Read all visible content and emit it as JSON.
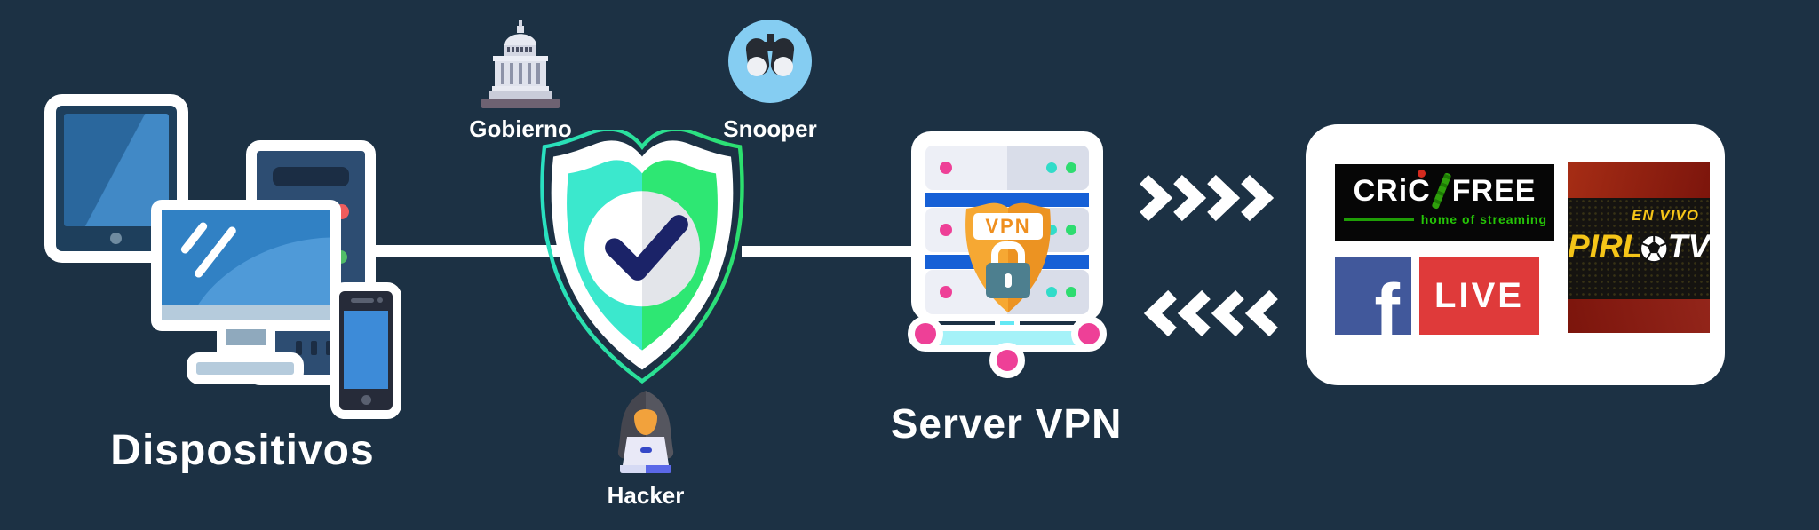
{
  "labels": {
    "devices": "Dispositivos",
    "government": "Gobierno",
    "snooper": "Snooper",
    "hacker": "Hacker",
    "server": "Server VPN"
  },
  "vpn_badge": {
    "label": "VPN"
  },
  "destinations": {
    "cricfree": {
      "name_left": "CRiC",
      "name_right": "FREE",
      "tagline": "home of streaming"
    },
    "pirlotv": {
      "badge": "EN VIVO",
      "name_left": "PIRL",
      "name_right": "TV"
    },
    "facebook": {
      "letter": "f"
    },
    "live": {
      "label": "LIVE"
    }
  },
  "icons": {
    "devices": [
      "tablet-icon",
      "desktop-tower-icon",
      "monitor-icon",
      "smartphone-icon"
    ],
    "government": "capitol-building-icon",
    "snooper": "binoculars-icon",
    "protection": "shield-check-icon",
    "hacker": "hooded-hacker-icon",
    "server": "vpn-server-rack-icon",
    "flow_out": "chevrons-right-icon",
    "flow_in": "chevrons-left-icon",
    "soccer": "soccer-ball-icon",
    "facebook": "facebook-f-icon"
  },
  "colors": {
    "bg": "#1c3144",
    "device_navy": "#2d4d72",
    "device_blue": "#3181c4",
    "device_blue_light": "#4f9ad8",
    "screen_blue": "#3d8bd8",
    "red_dot": "#ef5d5d",
    "green_dot": "#52bd68",
    "shield_outline_teal": "#29e0c0",
    "shield_outline_green": "#2ce06e",
    "shield_teal": "#3be8cd",
    "shield_green": "#2ee773",
    "check_navy": "#1b2368",
    "server_light": "#edeff6",
    "server_dark": "#d9dde9",
    "server_blue": "#1660d6",
    "pink": "#ee4097",
    "teal_dot": "#31dcc9",
    "green_dot2": "#2edc70",
    "orange": "#f19b2c",
    "lock_teal": "#4d7f8f",
    "cyan": "#63e8f4",
    "cyan_light": "#a5f2f8",
    "snooper_blue": "#85cdf2",
    "hood_dark": "#45464f",
    "hood_light": "#55565f",
    "face_orange": "#f2a23c",
    "laptop_blue": "#5b68e8",
    "fb_blue": "#41589b",
    "live_red": "#df3a3a",
    "cric_green": "#25c406",
    "pirlo_yellow": "#f5c518",
    "pirlo_red": "#8a1f12"
  }
}
